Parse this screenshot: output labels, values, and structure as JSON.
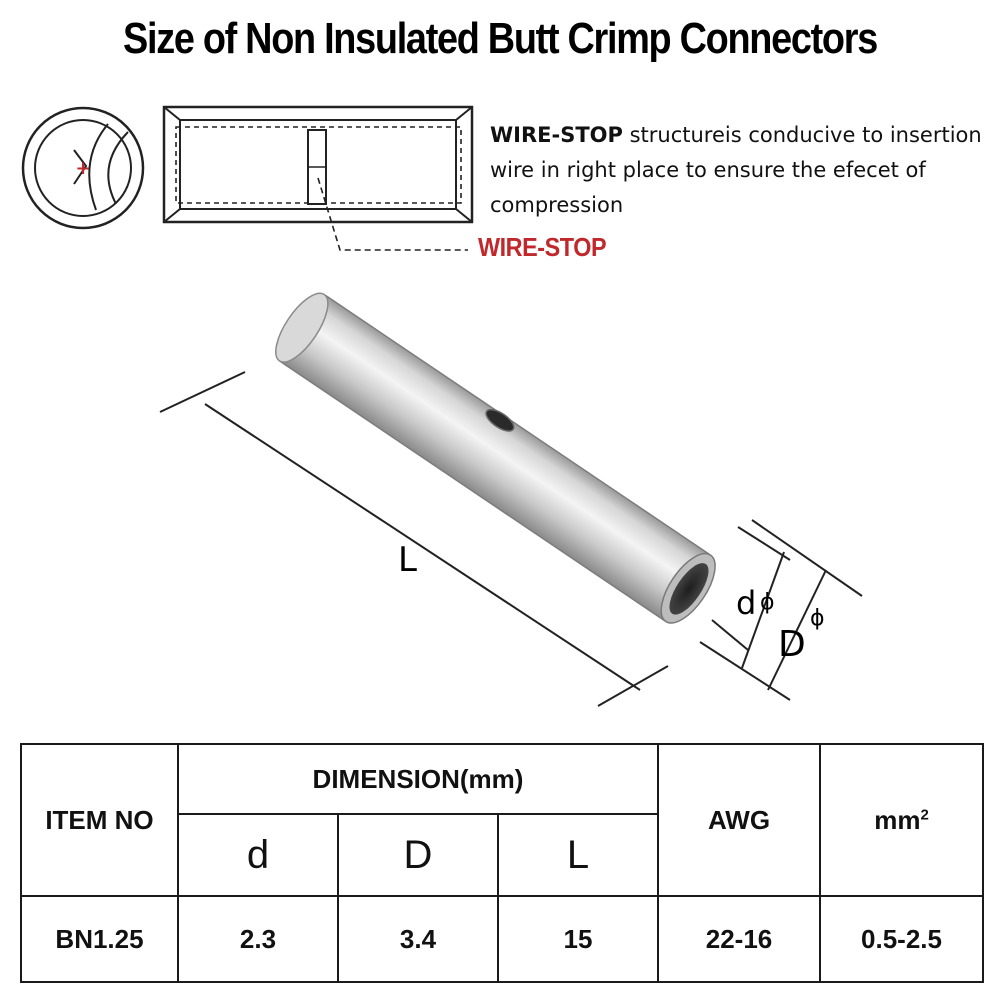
{
  "title": "Size of Non Insulated Butt Crimp Connectors",
  "description": {
    "bold": "WIRE-STOP",
    "text": " structureis conducive to insertion wire in right place to ensure the efecet of compression"
  },
  "wire_stop_label": "WIRE-STOP",
  "dimension_labels": {
    "length": "L",
    "inner": "d",
    "outer": "D",
    "phi": "ϕ"
  },
  "table": {
    "item_header": "ITEM NO",
    "dimension_header": "DIMENSION(mm)",
    "sub_headers": [
      "d",
      "D",
      "L"
    ],
    "awg_header": "AWG",
    "mm_header": "mm",
    "mm_exponent": "2",
    "rows": [
      {
        "item": "BN1.25",
        "d": "2.3",
        "D": "3.4",
        "L": "15",
        "awg": "22-16",
        "mm2": "0.5-2.5"
      }
    ]
  },
  "colors": {
    "accent_red": "#c0282c",
    "metal_light": "#e6e6e6",
    "metal_dark": "#8f8f8f"
  }
}
